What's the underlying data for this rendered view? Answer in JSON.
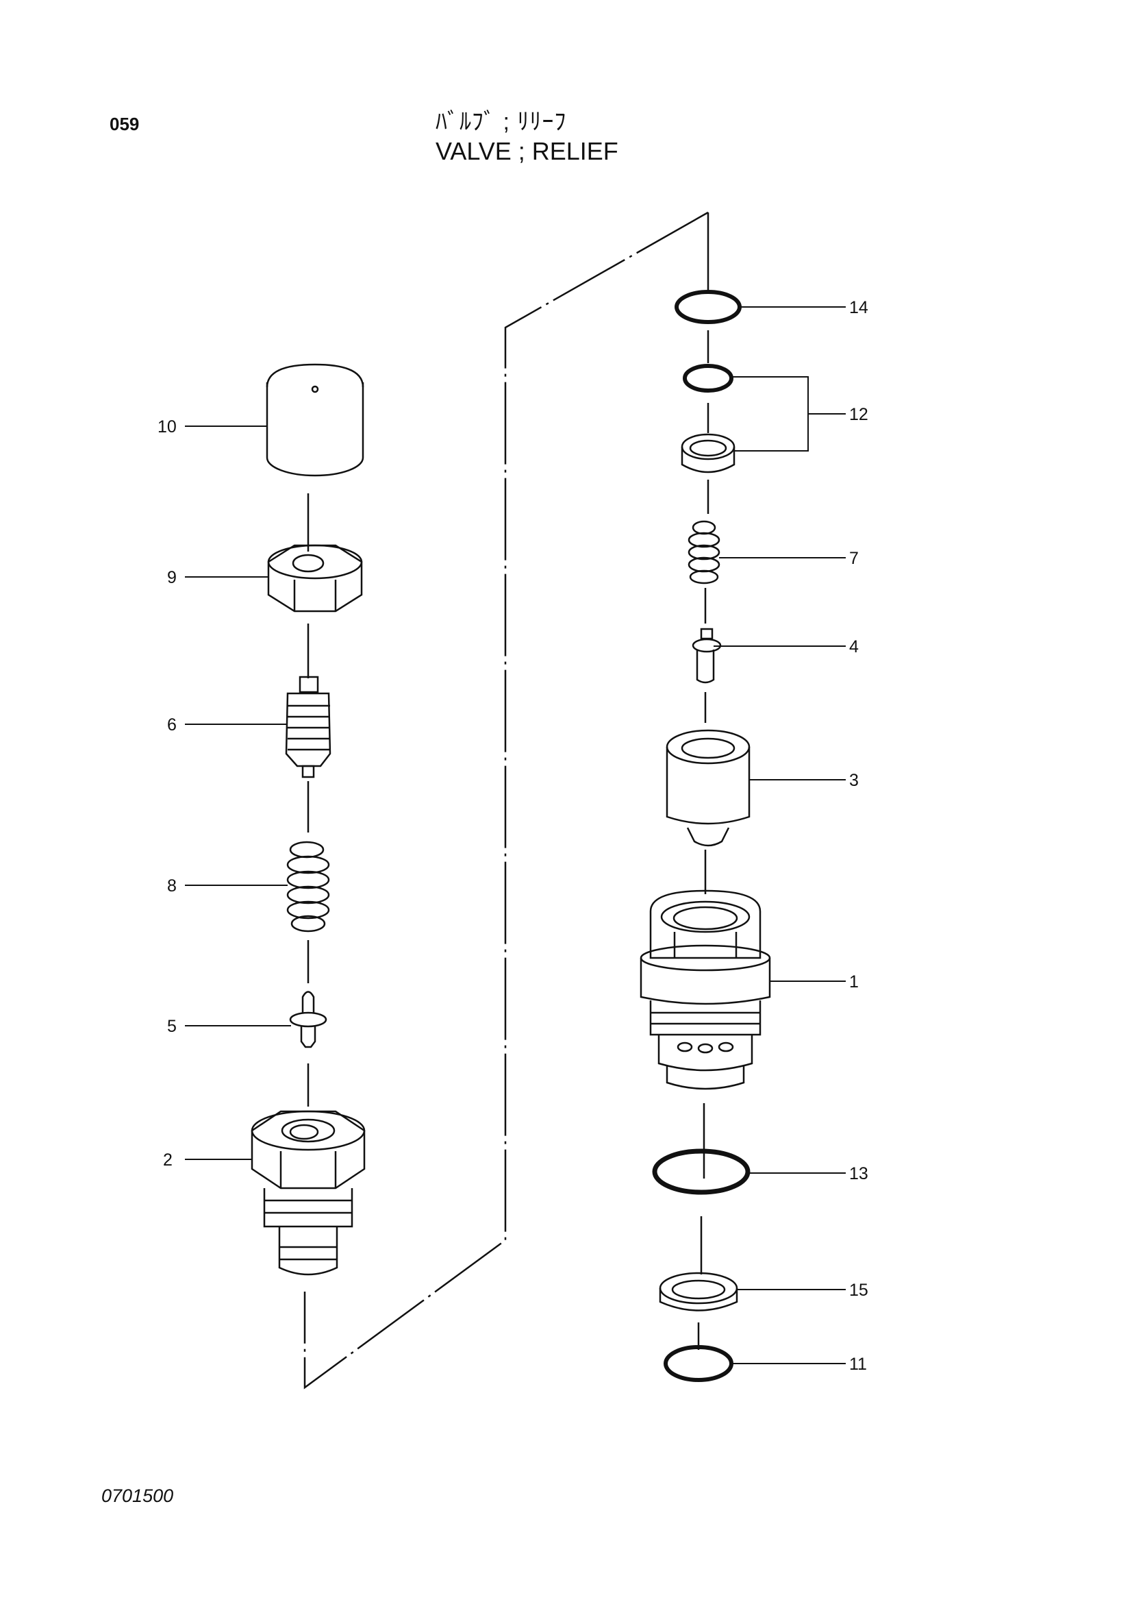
{
  "header": {
    "page_number": "059",
    "title_ja": "ﾊﾞﾙﾌﾞ ; ﾘﾘｰﾌ",
    "title_en": "VALVE ; RELIEF"
  },
  "footer": {
    "doc_code": "0701500"
  },
  "callouts": {
    "c1": "1",
    "c2": "2",
    "c3": "3",
    "c4": "4",
    "c5": "5",
    "c6": "6",
    "c7": "7",
    "c8": "8",
    "c9": "9",
    "c10": "10",
    "c11": "11",
    "c12": "12",
    "c13": "13",
    "c14": "14",
    "c15": "15"
  }
}
